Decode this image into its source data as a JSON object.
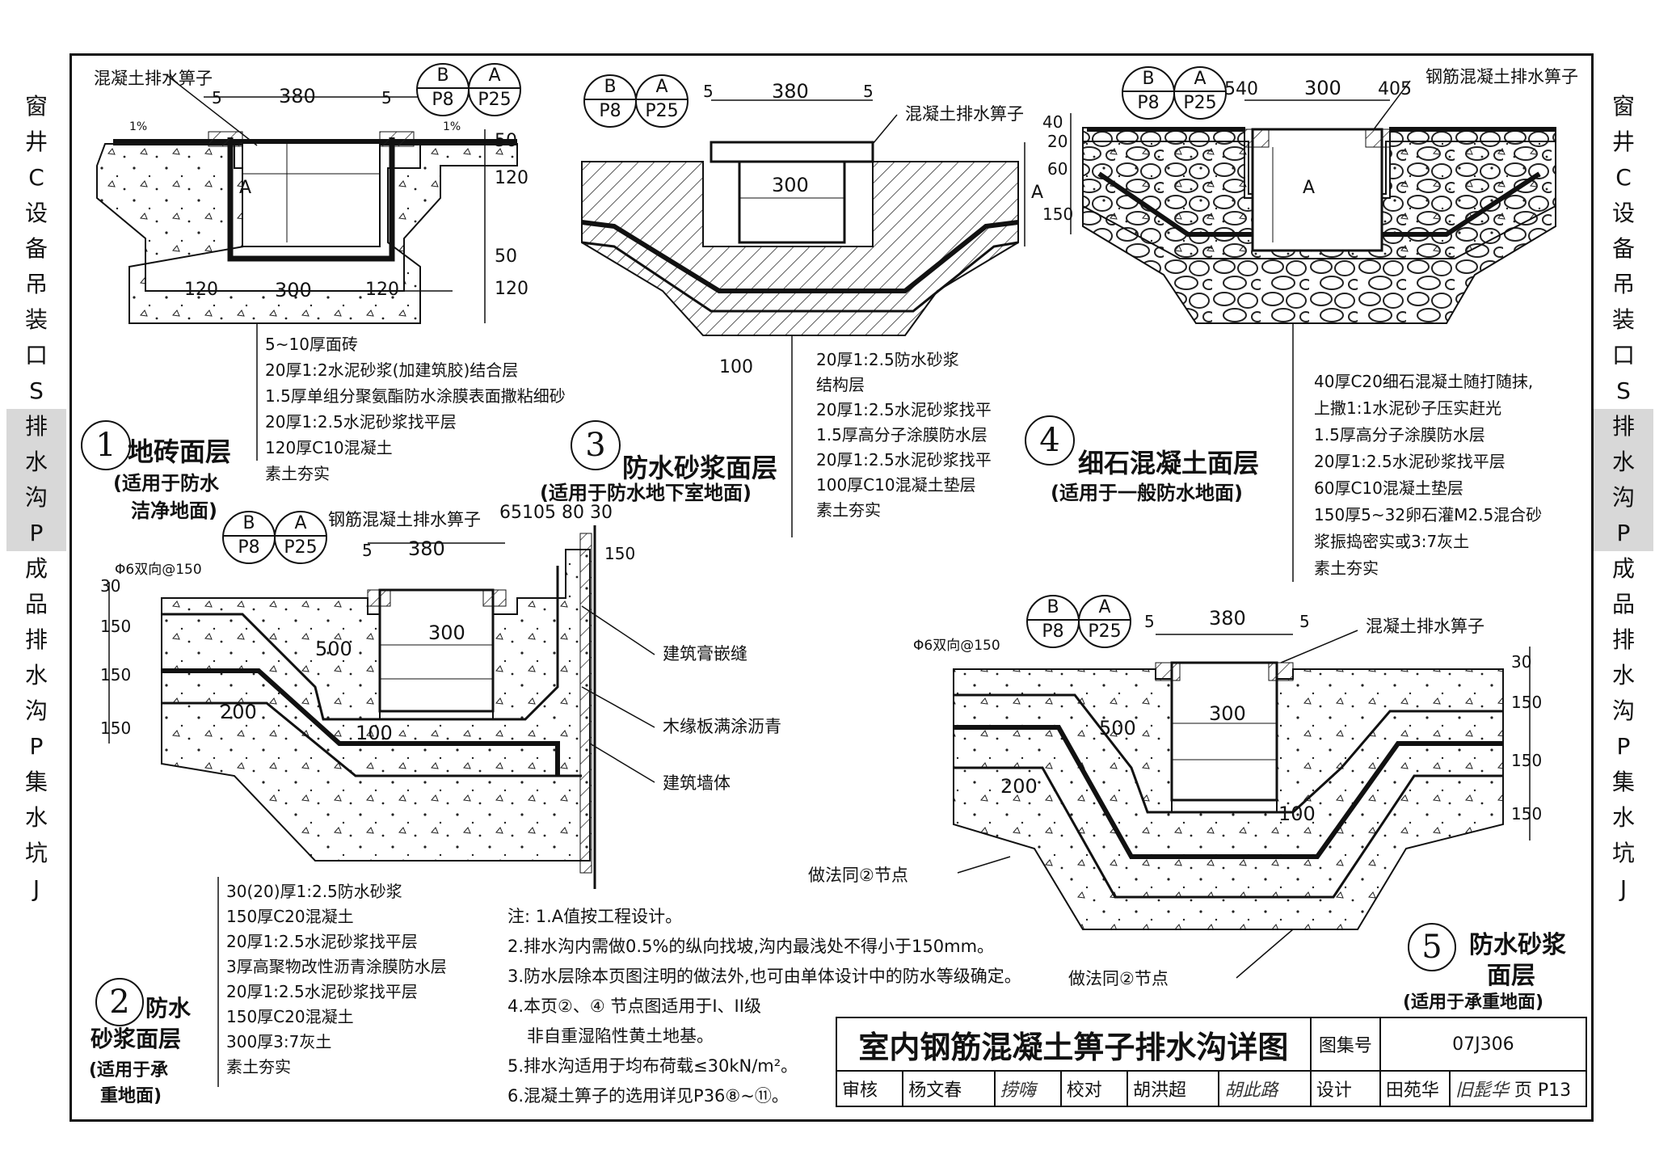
{
  "side_index": {
    "items": [
      "窗",
      "井",
      "C",
      "设",
      "备",
      "吊",
      "装",
      "口",
      "S",
      "排",
      "水",
      "沟",
      "P",
      "成",
      "品",
      "排",
      "水",
      "沟",
      "P",
      "集",
      "水",
      "坑",
      "J"
    ],
    "highlight_index": [
      9,
      10,
      11,
      12
    ]
  },
  "detail1": {
    "number": "1",
    "title": "地砖面层",
    "subtitle_line1": "(适用于防水",
    "subtitle_line2": "洁净地面)",
    "grate_label": "混凝土排水箅子",
    "ref1_top": "B",
    "ref1_bottom": "P8",
    "ref2_top": "A",
    "ref2_bottom": "P25",
    "dims": {
      "gap_l": "5",
      "width": "380",
      "gap_r": "5",
      "slope_l": "1%",
      "slope_r": "1%",
      "h1": "50",
      "h2": "120",
      "h3": "50",
      "h4": "120",
      "side_l": "120",
      "base": "300",
      "side_r": "120",
      "var": "A"
    },
    "layers": [
      "5~10厚面砖",
      "20厚1:2水泥砂浆(加建筑胶)结合层",
      "1.5厚单组分聚氨酯防水涂膜表面撒粘细砂",
      "20厚1:2.5水泥砂浆找平层",
      "120厚C10混凝土",
      "素土夯实"
    ]
  },
  "detail3": {
    "number": "3",
    "title": "防水砂浆面层",
    "subtitle": "(适用于防水地下室地面)",
    "grate_label": "混凝土排水箅子",
    "ref1_top": "B",
    "ref1_bottom": "P8",
    "ref2_top": "A",
    "ref2_bottom": "P25",
    "dims": {
      "gap_l": "5",
      "width": "380",
      "gap_r": "5",
      "inner": "300",
      "base_off": "100",
      "var": "A"
    },
    "layers": [
      "20厚1:2.5防水砂浆",
      "结构层",
      "20厚1:2.5水泥砂浆找平",
      "1.5厚高分子涂膜防水层",
      "20厚1:2.5水泥砂浆找平",
      "100厚C10混凝土垫层",
      "素土夯实"
    ]
  },
  "detail4": {
    "number": "4",
    "title": "细石混凝土面层",
    "subtitle": "(适用于一般防水地面)",
    "grate_label": "钢筋混凝土排水箅子",
    "ref1_top": "B",
    "ref1_bottom": "P8",
    "ref2_top": "A",
    "ref2_bottom": "P25",
    "dims": {
      "top": "540",
      "width": "300",
      "right": "405",
      "v1": "40",
      "v2": "20",
      "v3": "60",
      "v4": "150",
      "var": "A"
    },
    "layers": [
      "40厚C20细石混凝土随打随抹,",
      "上撒1:1水泥砂子压实赶光",
      "1.5厚高分子涂膜防水层",
      "20厚1:2.5水泥砂浆找平层",
      "60厚C10混凝土垫层",
      "150厚5~32卵石灌M2.5混合砂",
      "浆振捣密实或3:7灰土",
      "素土夯实"
    ]
  },
  "detail2": {
    "number": "2",
    "title_line1": "防水",
    "title_line2": "砂浆面层",
    "subtitle_line1": "(适用于承",
    "subtitle_line2": "重地面)",
    "grate_label": "钢筋混凝土排水箅子",
    "rebar_label": "Φ6双向@150",
    "ref1_top": "B",
    "ref1_bottom": "P8",
    "ref2_top": "A",
    "ref2_bottom": "P25",
    "dims": {
      "top_dims": "65105 80 30",
      "gap": "5",
      "width": "380",
      "inner": "300",
      "w500": "500",
      "w200": "200",
      "w100": "100",
      "v30": "30",
      "v150a": "150",
      "v150b": "150",
      "v150c": "150",
      "v150d": "150"
    },
    "callouts": [
      "建筑膏嵌缝",
      "木缘板满涂沥青",
      "建筑墙体"
    ],
    "layers": [
      "30(20)厚1:2.5防水砂浆",
      "150厚C20混凝土",
      "20厚1:2.5水泥砂浆找平层",
      "3厚高聚物改性沥青涂膜防水层",
      "20厚1:2.5水泥砂浆找平层",
      "150厚C20混凝土",
      "300厚3:7灰土",
      "素土夯实"
    ]
  },
  "detail5": {
    "number": "5",
    "title_line1": "防水砂浆",
    "title_line2": "面层",
    "subtitle": "(适用于承重地面)",
    "grate_label": "混凝土排水箅子",
    "rebar_label": "Φ6双向@150",
    "ref1_top": "B",
    "ref1_bottom": "P8",
    "ref2_top": "A",
    "ref2_bottom": "P25",
    "dims": {
      "gap_l": "5",
      "width": "380",
      "gap_r": "5",
      "inner": "300",
      "w500": "500",
      "w200": "200",
      "w100": "100",
      "v30": "30",
      "v150a": "150",
      "v150b": "150",
      "v150c": "150"
    },
    "same_as_1": "做法同②节点",
    "same_as_2": "做法同②节点"
  },
  "notes": {
    "header": "注:",
    "items": [
      "1.A值按工程设计。",
      "2.排水沟内需做0.5%的纵向找坡,沟内最浅处不得小于150mm。",
      "3.防水层除本页图注明的做法外,也可由单体设计中的防水等级确定。",
      "4.本页②、④ 节点图适用于I、II级",
      "非自重湿陷性黄土地基。",
      "5.排水沟适用于均布荷载≤30kN/m²。",
      "6.混凝土箅子的选用详见P36⑧~⑪。"
    ]
  },
  "title_block": {
    "title": "室内钢筋混凝土箅子排水沟详图",
    "atlas_label": "图集号",
    "atlas_no": "07J306",
    "review_label": "审核",
    "reviewer": "杨文春",
    "reviewer_sig": "捞嗨",
    "check_label": "校对",
    "checker": "胡洪超",
    "checker_sig": "胡此路",
    "design_label": "设计",
    "designer": "田苑华",
    "designer_sig": "旧髭华",
    "page_label": "页",
    "page_no": "P13"
  }
}
